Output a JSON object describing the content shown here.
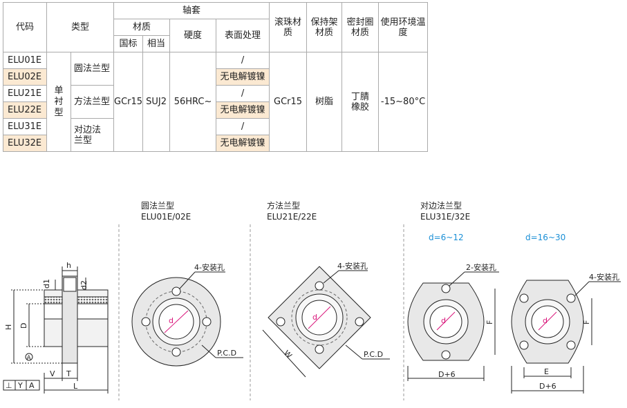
{
  "table": {
    "head": {
      "code": "代码",
      "type": "类型",
      "bushing": "轴套",
      "material": "材质",
      "gb": "国标",
      "equiv": "相当",
      "hardness": "硬度",
      "surface": "表面处理",
      "ball": "滚珠材质",
      "retainer": "保持架材质",
      "seal": "密封圈材质",
      "env": "使用环境温度"
    },
    "codes": [
      "ELU01E",
      "ELU02E",
      "ELU21E",
      "ELU22E",
      "ELU31E",
      "ELU32E"
    ],
    "single_type": "单衬型",
    "flange_types": [
      "圆法兰型",
      "方法兰型",
      "对边法兰型"
    ],
    "gb_value": "GCr15",
    "equiv_value": "SUJ2",
    "hardness_value": "56HRC~",
    "surfaces": [
      "/",
      "无电解镀镍",
      "/",
      "无电解镀镍",
      "/",
      "无电解镀镍"
    ],
    "ball_value": "GCr15",
    "retainer_value": "树脂",
    "seal_value": "丁腈橡胶",
    "env_value": "-15~80°C",
    "highlight_color": "#fbe9d2"
  },
  "drawings": {
    "round": {
      "title": "圆法兰型",
      "code": "ELU01E/02E",
      "hole_label": "4-安装孔",
      "pcd": "P.C.D",
      "d": "d"
    },
    "square": {
      "title": "方法兰型",
      "code": "ELU21E/22E",
      "hole_label": "4-安装孔",
      "pcd": "P.C.D",
      "d": "d",
      "w": "W"
    },
    "cut": {
      "title": "对边法兰型",
      "code": "ELU31E/32E",
      "small_range": "d=6~12",
      "large_range": "d=16~30",
      "small_hole": "2-安装孔",
      "large_hole": "4-安装孔",
      "f": "F",
      "e": "E",
      "d6": "D+6",
      "d": "d"
    },
    "side": {
      "h": "h",
      "d1": "d1",
      "d2": "d2",
      "H": "H",
      "D": "D",
      "A": "A",
      "V": "V",
      "T": "T",
      "L": "L",
      "tol1": "⊥",
      "tol2": "Y",
      "tol3": "A"
    }
  }
}
